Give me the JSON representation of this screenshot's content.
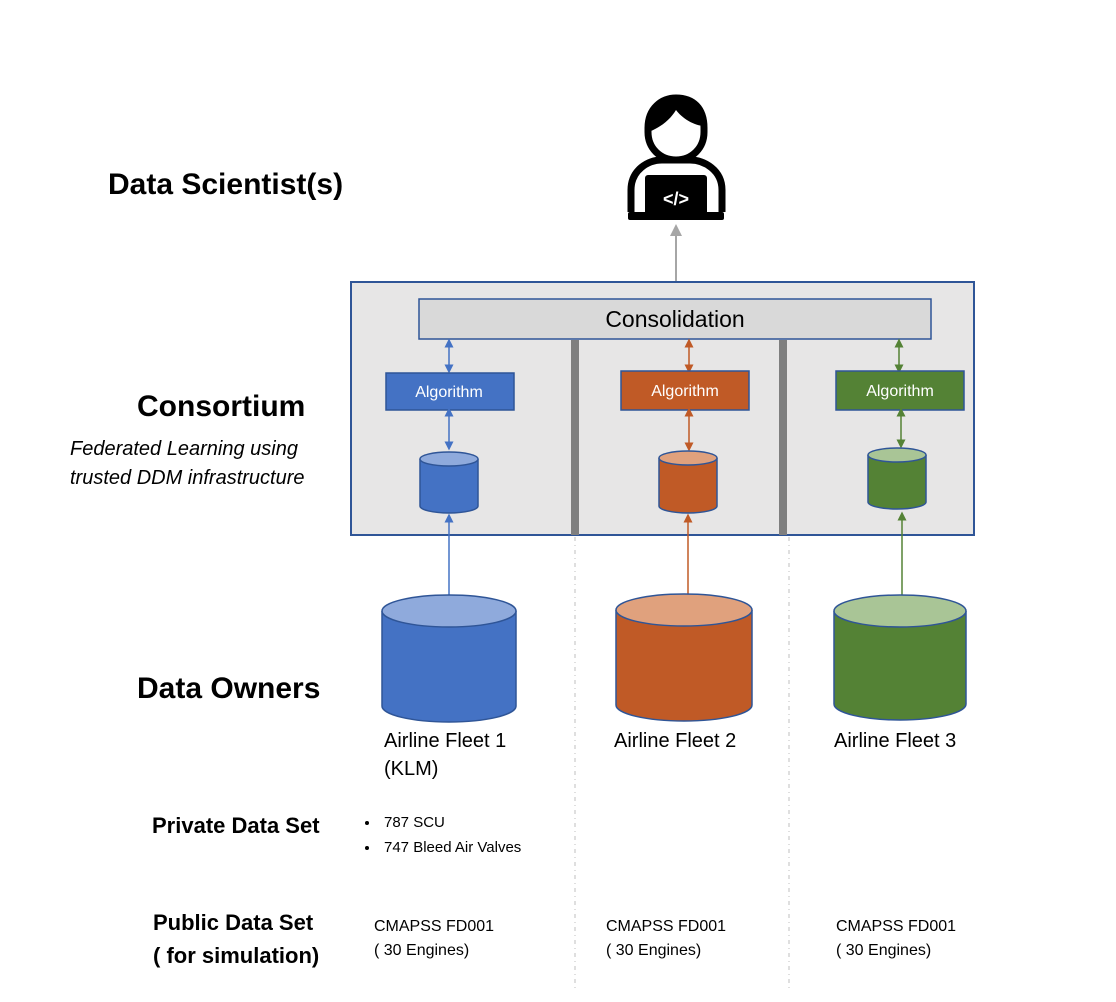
{
  "labels": {
    "data_scientists": "Data Scientist(s)",
    "consortium": "Consortium",
    "consortium_sub_line1": "Federated Learning using",
    "consortium_sub_line2": "trusted DDM infrastructure",
    "data_owners": "Data Owners",
    "private_data_set": "Private Data Set",
    "public_data_set_line1": "Public Data Set",
    "public_data_set_line2": "( for simulation)"
  },
  "consolidation": "Consolidation",
  "user_icon": "data-scientist-icon",
  "code_icon_text": "</>",
  "colors": {
    "blue": "#4472C4",
    "orange": "#C05A26",
    "green": "#548235",
    "consortium_bg": "#E7E6E6",
    "border": "#2F5597",
    "separator": "#7F7F7F",
    "gray_arrow": "#A6A6A6"
  },
  "columns": [
    {
      "algorithm": "Algorithm",
      "fleet_line1": "Airline Fleet 1",
      "fleet_line2": "(KLM)",
      "public_line1": "CMAPSS FD001",
      "public_line2": "( 30 Engines)",
      "private_items": [
        "787 SCU",
        "747 Bleed Air Valves"
      ]
    },
    {
      "algorithm": "Algorithm",
      "fleet_line1": "Airline Fleet 2",
      "fleet_line2": "",
      "public_line1": "CMAPSS FD001",
      "public_line2": "( 30 Engines)",
      "private_items": []
    },
    {
      "algorithm": "Algorithm",
      "fleet_line1": "Airline Fleet 3",
      "fleet_line2": "",
      "public_line1": "CMAPSS FD001",
      "public_line2": "( 30 Engines)",
      "private_items": []
    }
  ]
}
